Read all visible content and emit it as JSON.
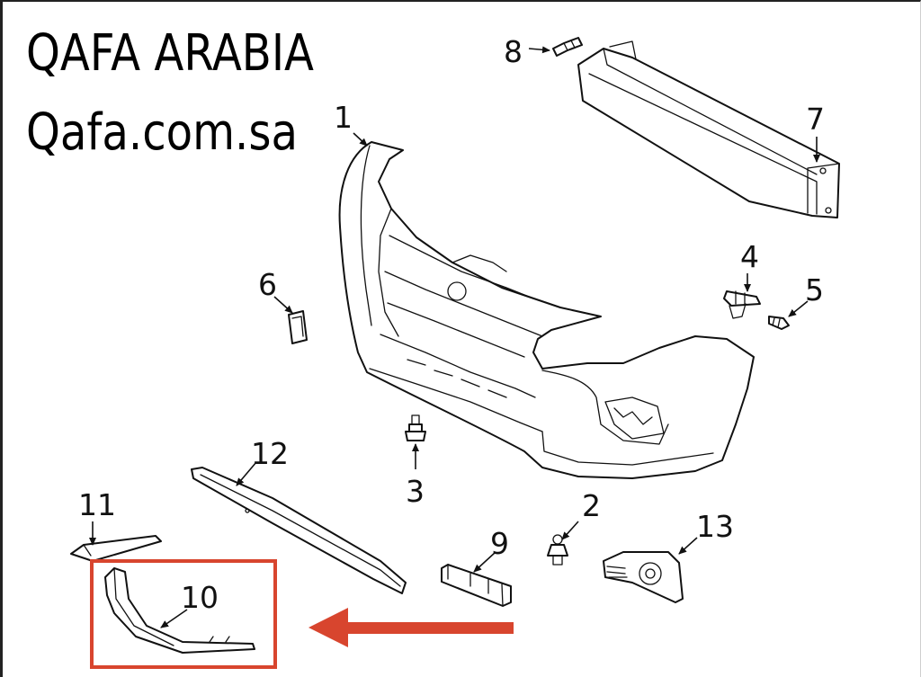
{
  "branding": {
    "company_name": "QAFA ARABIA",
    "website": "Qafa.com.sa"
  },
  "callouts": [
    {
      "id": "c1",
      "label": "1"
    },
    {
      "id": "c2",
      "label": "2"
    },
    {
      "id": "c3",
      "label": "3"
    },
    {
      "id": "c4",
      "label": "4"
    },
    {
      "id": "c5",
      "label": "5"
    },
    {
      "id": "c6",
      "label": "6"
    },
    {
      "id": "c7",
      "label": "7"
    },
    {
      "id": "c8",
      "label": "8"
    },
    {
      "id": "c9",
      "label": "9"
    },
    {
      "id": "c10",
      "label": "10"
    },
    {
      "id": "c11",
      "label": "11"
    },
    {
      "id": "c12",
      "label": "12"
    },
    {
      "id": "c13",
      "label": "13"
    }
  ],
  "highlight": {
    "part_label": "10",
    "color": "#d8452e"
  },
  "colors": {
    "line": "#111111",
    "background": "#ffffff"
  }
}
